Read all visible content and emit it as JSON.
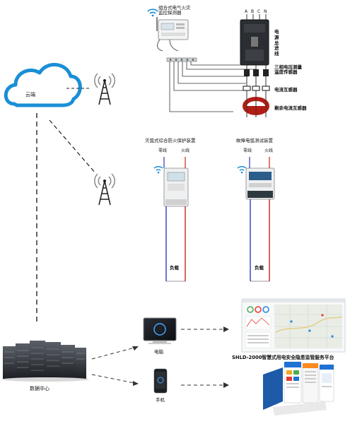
{
  "cloud": {
    "label": "云端"
  },
  "top": {
    "monitor_detector": "组合式电气火灾\n监控探测器",
    "incoming_line": "电\n源\n总\n进\n线",
    "phase_labels": [
      "A",
      "B",
      "C",
      "N"
    ],
    "voltage_temp_sensor": "三相电压测量\n温度传感器",
    "current_transformer": "电流互感器",
    "residual_transformer": "剩余电流互感器"
  },
  "middle": {
    "arc_device": {
      "title": "灭弧式综合防火保护装置",
      "neutral": "零线",
      "live": "火线",
      "load": "负载"
    },
    "fault_device": {
      "title": "故障电弧测试装置",
      "neutral": "零线",
      "live": "火线",
      "load": "负载"
    }
  },
  "bottom": {
    "data_center": "数据中心",
    "computer": "电脑",
    "phone": "手机",
    "platform": "SHLD-2000智慧式用电安全隐患监管服务平台"
  },
  "colors": {
    "cloud": "#1a8fd6",
    "neutral_wire": "#2d3bb5",
    "live_wire": "#c8231e",
    "residual_ring": "#b51c15"
  }
}
